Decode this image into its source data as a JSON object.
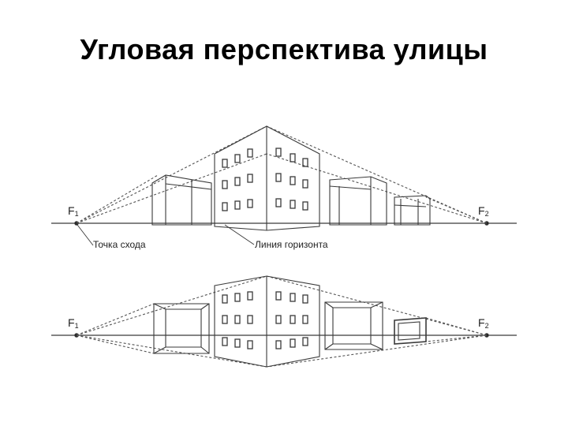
{
  "title": "Угловая перспектива улицы",
  "labels": {
    "f1_main": "F",
    "f1_sub": "1",
    "f2_main": "F",
    "f2_sub": "2",
    "vanishing_point": "Точка схода",
    "horizon_line": "Линия горизонта"
  },
  "colors": {
    "line": "#3a3a3a",
    "dash": "#555555",
    "background": "#ffffff"
  }
}
